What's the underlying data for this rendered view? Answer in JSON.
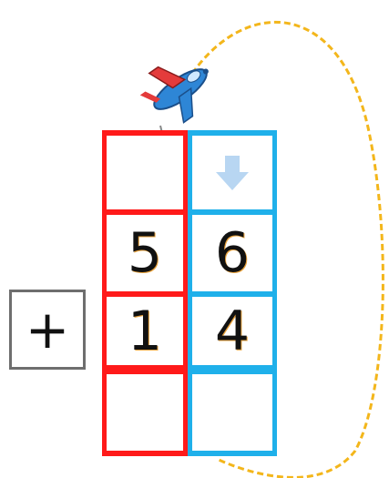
{
  "problem": {
    "operator": "+",
    "first_addend": {
      "tens": "5",
      "ones": "6"
    },
    "second_addend": {
      "tens": "1",
      "ones": "4"
    },
    "carry_row": {
      "tens": "",
      "ones": ""
    },
    "result_row": {
      "tens": "",
      "ones": ""
    }
  },
  "colors": {
    "tens_column": "#ff1a1a",
    "ones_column": "#1fb0ea",
    "carry_path": "#f3b61b",
    "operator_border": "#6e6e6e",
    "hint_arrow": "#b8d6f2"
  },
  "icons": {
    "airplane": "airplane-icon",
    "hint_arrow": "down-arrow-icon"
  }
}
